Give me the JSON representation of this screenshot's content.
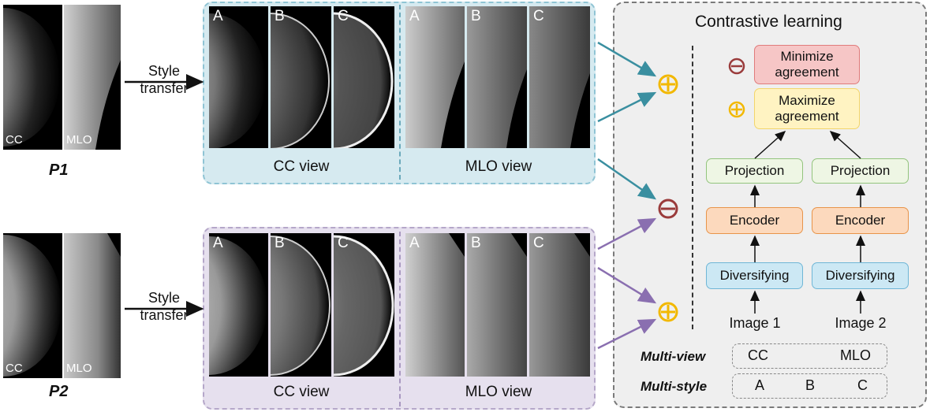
{
  "colors": {
    "teal_arrow": "#3a8fa0",
    "purple_arrow": "#8a6fb0",
    "plus_symbol": "#f2b800",
    "minus_symbol": "#9a3b3b"
  },
  "p1": {
    "name": "P1",
    "cc_label": "CC",
    "mlo_label": "MLO",
    "transfer_label": "Style\ntransfer",
    "panel": {
      "cc_view": "CC view",
      "mlo_view": "MLO view",
      "styles": [
        "A",
        "B",
        "C"
      ]
    }
  },
  "p2": {
    "name": "P2",
    "cc_label": "CC",
    "mlo_label": "MLO",
    "transfer_label": "Style\ntransfer",
    "panel": {
      "cc_view": "CC view",
      "mlo_view": "MLO view",
      "styles": [
        "A",
        "B",
        "C"
      ]
    }
  },
  "contrastive": {
    "title": "Contrastive learning",
    "minimize": "Minimize\nagreement",
    "maximize": "Maximize\nagreement",
    "columns": [
      {
        "projection": "Projection",
        "encoder": "Encoder",
        "diversifying": "Diversifying",
        "image": "Image 1"
      },
      {
        "projection": "Projection",
        "encoder": "Encoder",
        "diversifying": "Diversifying",
        "image": "Image 2"
      }
    ],
    "symbols": {
      "plus": "plus-circle-icon",
      "minus": "minus-circle-icon"
    }
  },
  "legend": {
    "multi_view_title": "Multi-view",
    "multi_view_items": [
      "CC",
      "MLO"
    ],
    "multi_style_title": "Multi-style",
    "multi_style_items": [
      "A",
      "B",
      "C"
    ]
  }
}
